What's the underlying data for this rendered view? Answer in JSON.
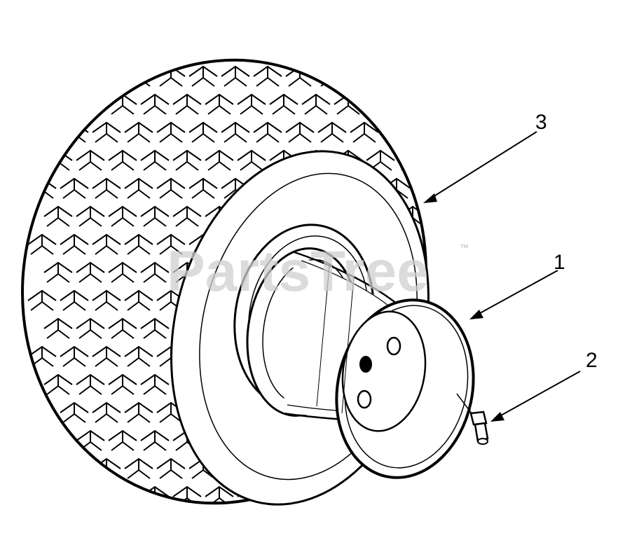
{
  "diagram": {
    "callouts": [
      {
        "id": "tire",
        "label": "3"
      },
      {
        "id": "rim",
        "label": "1"
      },
      {
        "id": "valve",
        "label": "2"
      }
    ]
  },
  "watermark": {
    "text": "PartsTree",
    "mark": "™"
  }
}
